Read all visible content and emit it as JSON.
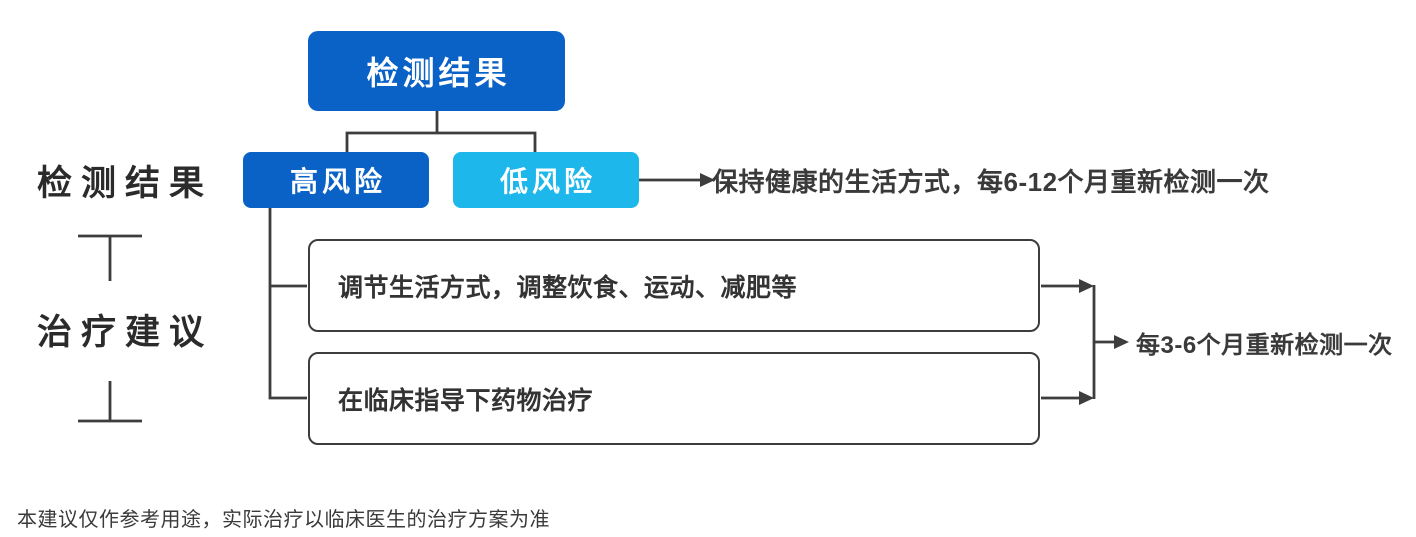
{
  "colors": {
    "primary_blue": "#0a62c6",
    "light_blue": "#1db7eb",
    "line_dark": "#3d3d3d",
    "text_dark": "#333333",
    "background": "#ffffff"
  },
  "flowchart": {
    "root_node": {
      "label": "检测结果"
    },
    "side_labels": {
      "results": "检测结果",
      "treatment": "治疗建议"
    },
    "risk_nodes": {
      "high": {
        "label": "高风险"
      },
      "low": {
        "label": "低风险"
      }
    },
    "low_risk_advice": "保持健康的生活方式，每6-12个月重新检测一次",
    "treatment_nodes": [
      {
        "label": "调节生活方式，调整饮食、运动、减肥等"
      },
      {
        "label": "在临床指导下药物治疗"
      }
    ],
    "retest_note": "每3-6个月重新检测一次",
    "disclaimer": "本建议仅作参考用途，实际治疗以临床医生的治疗方案为准"
  }
}
